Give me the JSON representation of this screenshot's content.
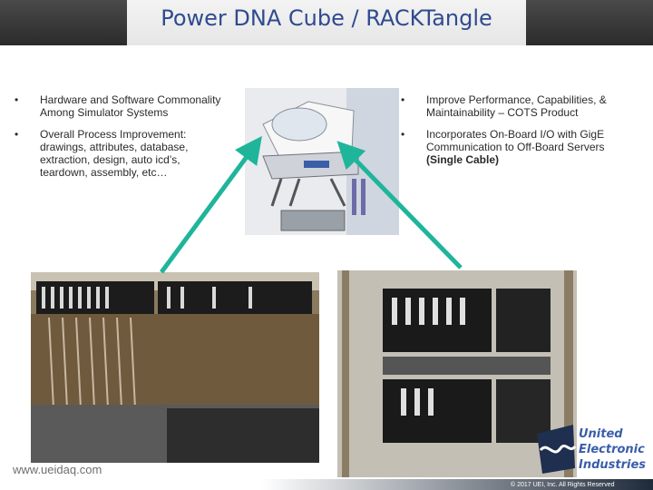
{
  "title": "Power DNA Cube / RACKTangle",
  "left_bullets": [
    "Hardware and Software Commonality Among Simulator Systems",
    "Overall Process Improvement: drawings, attributes, database, extraction, design, auto icd’s, teardown, assembly, etc…"
  ],
  "right_bullets": [
    {
      "text": "Improve Performance, Capabilities, & Maintainability – COTS Product"
    },
    {
      "text": "Incorporates On-Board I/O with GigE Communication to Off-Board Servers ",
      "bold": "(Single Cable)"
    }
  ],
  "footer": {
    "url": "www.ueidaq.com",
    "copyright": "© 2017 UEI, Inc. All Rights Reserved"
  },
  "logo": {
    "lines": [
      "United",
      "Electronic",
      "Industries"
    ]
  },
  "colors": {
    "title": "#2f4b8f",
    "arrow": "#1fb59a",
    "logo": "#3b5ea8"
  }
}
